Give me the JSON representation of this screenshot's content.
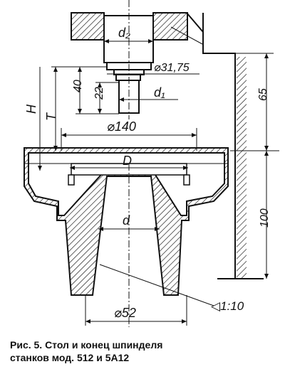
{
  "figure": {
    "caption_line1": "Рис. 5. Стол и конец шпинделя",
    "caption_line2": "станков мод. 512 и 5А12"
  },
  "labels": {
    "d2": "d₂",
    "d1": "d₁",
    "dia_31_75": "⌀31,75",
    "dim_40": "40",
    "dim_22": "22",
    "H": "H",
    "T": "T",
    "dia_140": "⌀140",
    "D": "D",
    "d": "d",
    "dim_65": "65",
    "dim_100": "100",
    "taper": "◁1:10",
    "dia_52": "⌀52"
  },
  "colors": {
    "ink": "#111111",
    "paper": "#ffffff"
  }
}
